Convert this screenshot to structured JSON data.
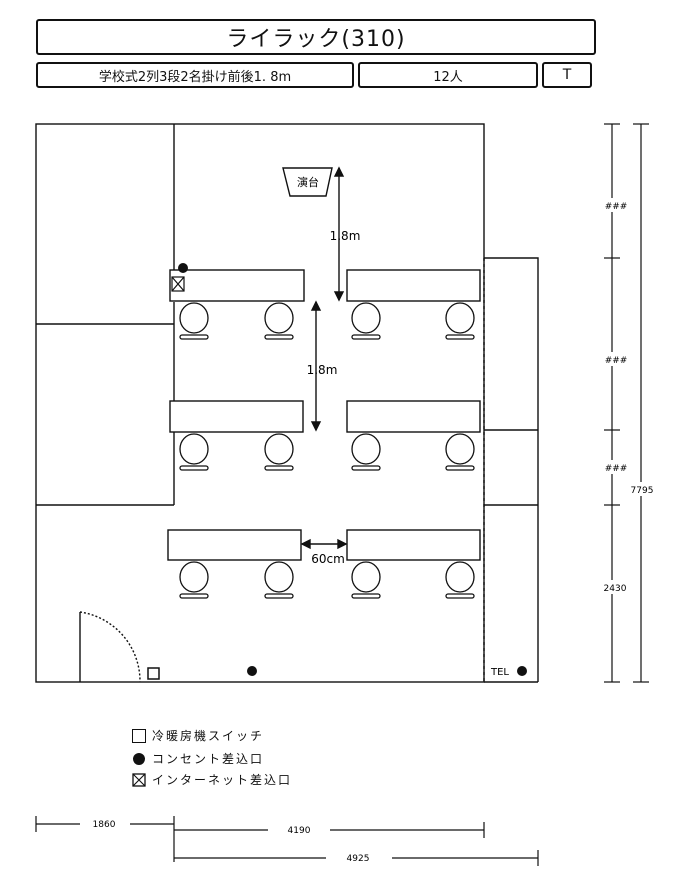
{
  "header": {
    "title": "ライラック(310)",
    "format": "学校式2列3段2名掛け前後1. 8m",
    "capacity": "12人",
    "code": "T"
  },
  "plan": {
    "podium_label": "演台",
    "dim_front": "1.8m",
    "dim_rows": "1.8m",
    "dim_aisle": "60cm",
    "tel_label": "TEL",
    "right_dims": [
      "###",
      "###",
      "###",
      "2430",
      "7795"
    ],
    "bottom_dims": [
      "1860",
      "4190",
      "4925"
    ]
  },
  "legend": {
    "switch": "冷暖房機スイッチ",
    "outlet": "コンセント差込口",
    "network": "インターネット差込口"
  }
}
